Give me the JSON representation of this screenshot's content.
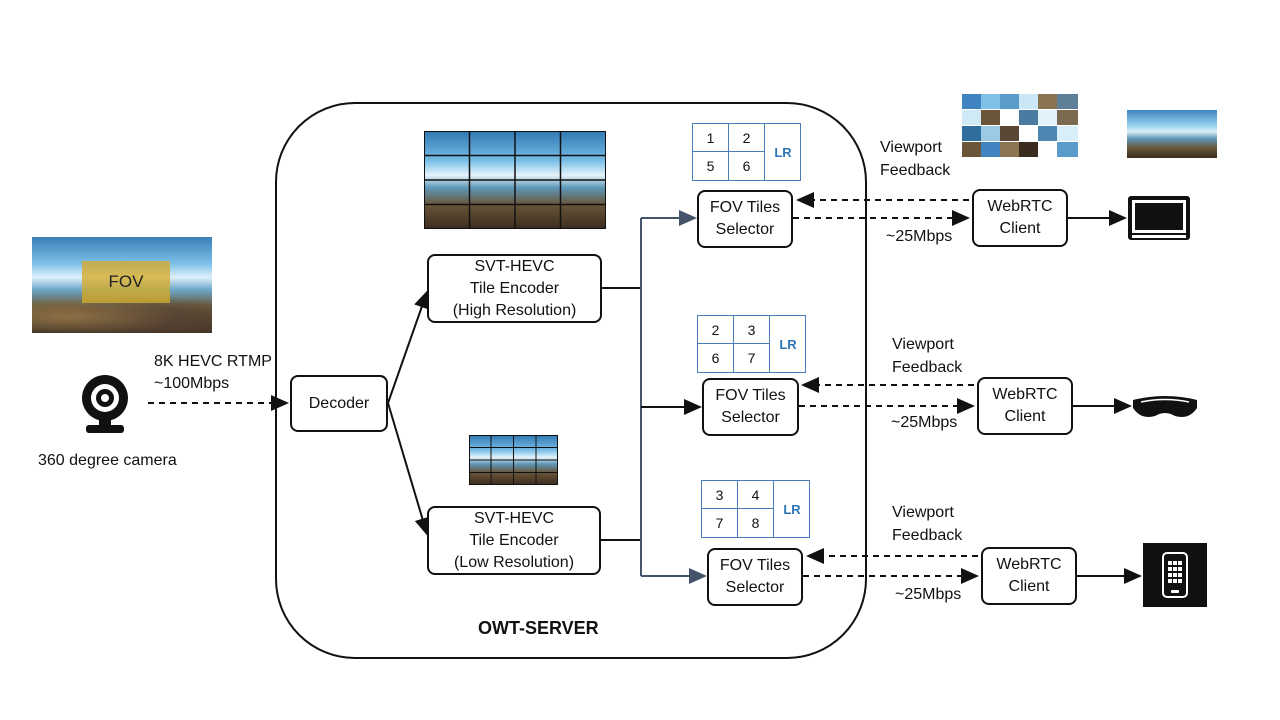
{
  "camera": {
    "label": "360 degree camera",
    "stream_line1": "8K HEVC RTMP",
    "stream_line2": "~100Mbps"
  },
  "fov_label": "FOV",
  "server": {
    "title": "OWT-SERVER"
  },
  "decoder": {
    "label": "Decoder"
  },
  "encoder_high": {
    "line1": "SVT-HEVC",
    "line2": "Tile Encoder",
    "line3": "(High Resolution)"
  },
  "encoder_low": {
    "line1": "SVT-HEVC",
    "line2": "Tile Encoder",
    "line3": "(Low Resolution)"
  },
  "selectors": [
    {
      "line1": "FOV Tiles",
      "line2": "Selector",
      "tiles": [
        "1",
        "2",
        "5",
        "6"
      ],
      "lr": "LR"
    },
    {
      "line1": "FOV Tiles",
      "line2": "Selector",
      "tiles": [
        "2",
        "3",
        "6",
        "7"
      ],
      "lr": "LR"
    },
    {
      "line1": "FOV Tiles",
      "line2": "Selector",
      "tiles": [
        "3",
        "4",
        "7",
        "8"
      ],
      "lr": "LR"
    }
  ],
  "clients": [
    {
      "line1": "WebRTC",
      "line2": "Client",
      "feedback1": "Viewport",
      "feedback2": "Feedback",
      "bitrate": "~25Mbps",
      "device": "laptop-icon"
    },
    {
      "line1": "WebRTC",
      "line2": "Client",
      "feedback1": "Viewport",
      "feedback2": "Feedback",
      "bitrate": "~25Mbps",
      "device": "vr-headset-icon"
    },
    {
      "line1": "WebRTC",
      "line2": "Client",
      "feedback1": "Viewport",
      "feedback2": "Feedback",
      "bitrate": "~25Mbps",
      "device": "smartphone-icon"
    }
  ]
}
